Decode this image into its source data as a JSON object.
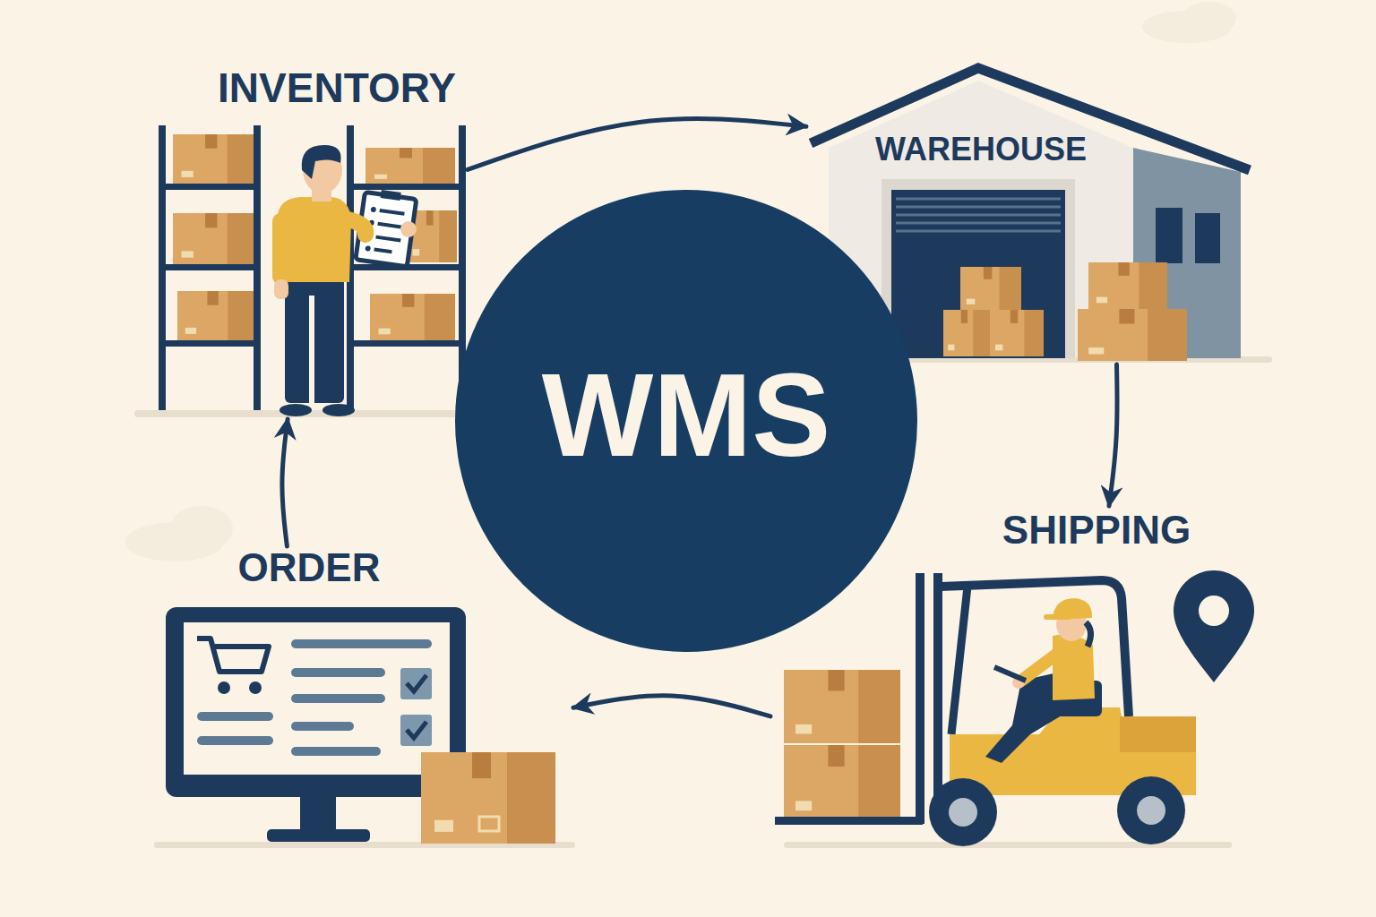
{
  "diagram": {
    "nodes": [
      {
        "text": [
          "INVENTORY"
        ]
      },
      {
        "text": [
          "WAREHOUSE"
        ]
      },
      {
        "text": [
          "WMS"
        ]
      },
      {
        "text": [
          "SHIPPING"
        ]
      },
      {
        "text": [
          "ORDER"
        ]
      }
    ],
    "edges": [
      {
        "from": 0,
        "to": 1,
        "arrow": "to"
      },
      {
        "from": 1,
        "to": 3,
        "arrow": "to"
      },
      {
        "from": 3,
        "to": 4,
        "arrow": "to"
      },
      {
        "from": 4,
        "to": 0,
        "arrow": "to"
      }
    ]
  }
}
